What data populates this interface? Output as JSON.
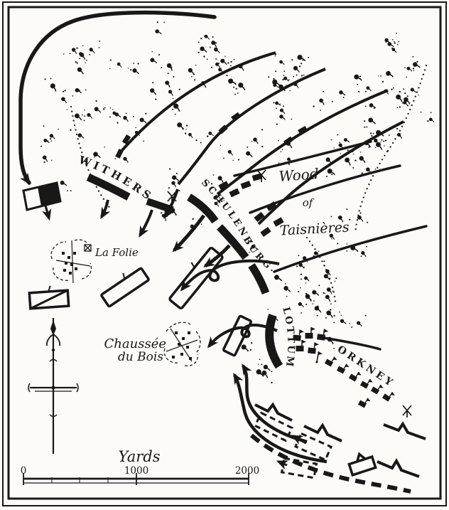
{
  "map": {
    "commanders": {
      "withers": "WITHERS",
      "schulenburg": "SCHULENBURG",
      "lottum": "LOTTUM",
      "orkney": "ORKNEY"
    },
    "places": {
      "wood_word1": "Wood",
      "wood_word2": "of",
      "wood_word3": "Taisnières",
      "la_folie": "La Folie",
      "chaussee_word1": "Chaussée",
      "chaussee_word2": "du Bois"
    },
    "scale_bar": {
      "unit": "Yards",
      "tick_0": "0",
      "tick_1000": "1000",
      "tick_2000": "2000"
    },
    "colors": {
      "ink": "#181818",
      "paper": "#fcfbf8"
    }
  }
}
